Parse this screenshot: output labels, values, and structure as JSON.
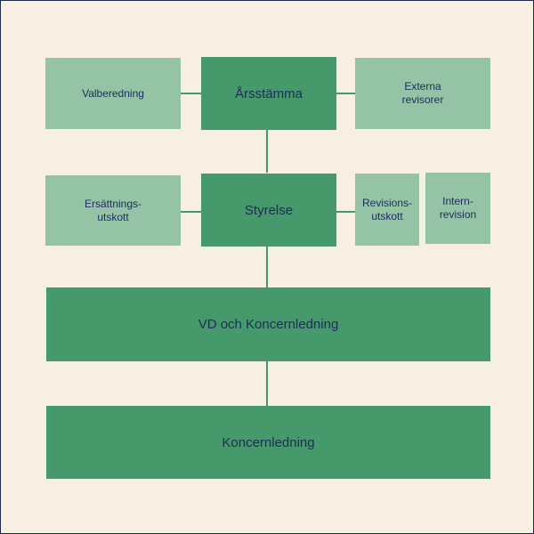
{
  "colors": {
    "background": "#f8efe3",
    "dark_box": "#46996a",
    "light_box": "#95c3a6",
    "text": "#1d2c5a",
    "border": "#1f2a4d"
  },
  "nodes": {
    "valberedning": "Valberedning",
    "arsstamma": "Årsstämma",
    "externa_revisorer": "Externa\nrevisorer",
    "ersattningsutskott": "Ersättnings-\nutskott",
    "styrelse": "Styrelse",
    "revisionsutskott": "Revisions-\nutskott",
    "internrevision": "Intern-\nrevision",
    "vd_koncernledning": "VD och Koncernledning",
    "koncernledning": "Koncernledning"
  }
}
